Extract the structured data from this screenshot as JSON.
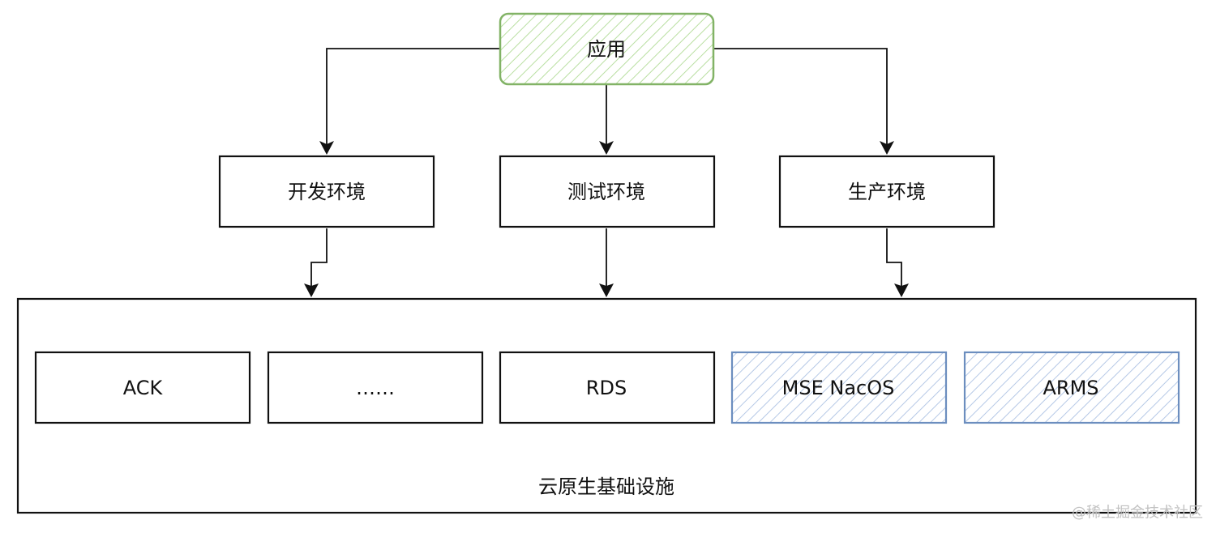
{
  "nodes": {
    "app": "应用",
    "dev_env": "开发环境",
    "test_env": "测试环境",
    "prod_env": "生产环境",
    "infrastructure": "云原生基础设施",
    "services": [
      "ACK",
      "……",
      "RDS",
      "MSE NacOS",
      "ARMS"
    ]
  },
  "edges": [
    {
      "from": "应用",
      "to": "开发环境"
    },
    {
      "from": "应用",
      "to": "测试环境"
    },
    {
      "from": "应用",
      "to": "生产环境"
    },
    {
      "from": "开发环境",
      "to": "云原生基础设施"
    },
    {
      "from": "测试环境",
      "to": "云原生基础设施"
    },
    {
      "from": "生产环境",
      "to": "云原生基础设施"
    }
  ],
  "colors": {
    "app_stroke": "#82b366",
    "app_hatch": "#b9dfa1",
    "highlight_stroke": "#6c8ebf",
    "highlight_hatch": "#b5c8e6",
    "line": "#111111"
  },
  "watermark": "@稀土掘金技术社区"
}
